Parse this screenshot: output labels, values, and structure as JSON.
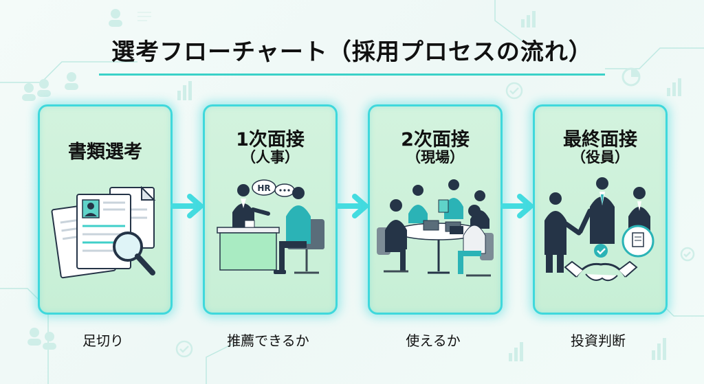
{
  "title": "選考フローチャート（採用プロセスの流れ）",
  "stages": [
    {
      "title": "書類選考",
      "subtitle": "",
      "caption": "足切り"
    },
    {
      "title": "1次面接",
      "subtitle": "（人事）",
      "caption": "推薦できるか",
      "bubble": "HR"
    },
    {
      "title": "2次面接",
      "subtitle": "（現場）",
      "caption": "使えるか"
    },
    {
      "title": "最終面接",
      "subtitle": "（役員）",
      "caption": "投資判断"
    }
  ],
  "colors": {
    "accent": "#3fd8dc",
    "card": "#c7efd6",
    "navy": "#253447",
    "teal": "#2fb7b9"
  }
}
